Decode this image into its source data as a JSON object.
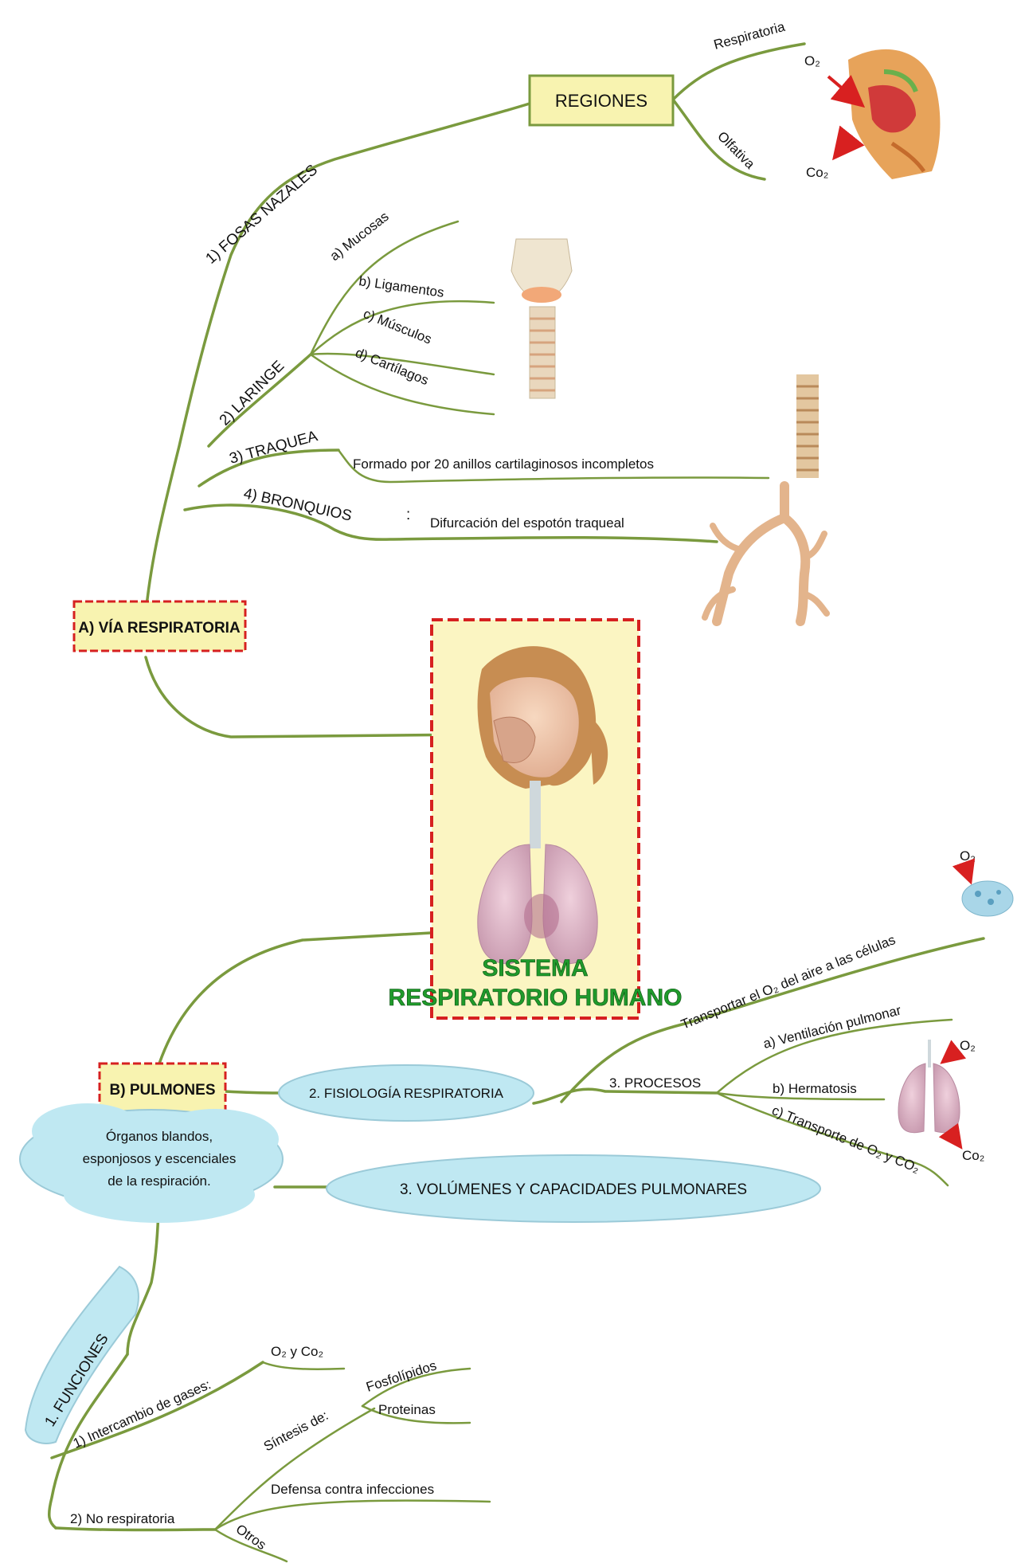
{
  "colors": {
    "branch": "#7a9a3e",
    "box_yellow": "#f8f3b0",
    "box_border_red": "#d62020",
    "cloud_blue": "#bfe8f2",
    "title_green": "#1f9a2b",
    "arrow_red": "#d82020"
  },
  "center": {
    "title_line1": "SISTEMA",
    "title_line2": "RESPIRATORIO HUMANO"
  },
  "via_respiratoria": {
    "label": "A) VÍA RESPIRATORIA",
    "fosas_nazales": "1) FOSAS NAZALES",
    "regiones": "REGIONES",
    "respiratoria": "Respiratoria",
    "olfativa": "Olfativa",
    "o2": "O₂",
    "co2": "Co₂",
    "laringe": "2) LARINGE",
    "mucosas": "a) Mucosas",
    "ligamentos": "b) Ligamentos",
    "musculos": "c) Músculos",
    "cartilagos": "d) Cartílagos",
    "traquea": "3) TRAQUEA",
    "traquea_desc": "Formado por 20 anillos cartilaginosos incompletos",
    "bronquios": "4) BRONQUIOS",
    "colon": ":",
    "bronquios_desc": "Difurcación del espotón traqueal"
  },
  "pulmones": {
    "label": "B) PULMONES",
    "descripcion_line1": "Órganos blandos,",
    "descripcion_line2": "esponjosos y escenciales",
    "descripcion_line3": "de la respiración.",
    "fisiologia": "2. FISIOLOGÍA RESPIRATORIA",
    "transportar": "Transportar el O₂ del aire a las células",
    "o2_top": "O₂",
    "procesos": "3. PROCESOS",
    "ventilacion": "a) Ventilación pulmonar",
    "hematosis": "b) Hermatosis",
    "transporte": "c) Transporte de O₂ y CO₂",
    "o2_right": "O₂",
    "co2_right": "Co₂",
    "volumenes": "3. VOLÚMENES Y CAPACIDADES PULMONARES"
  },
  "funciones": {
    "label": "1. FUNCIONES",
    "intercambio": "1) Intercambio de gases:",
    "gases": "O₂ y Co₂",
    "no_respiratoria": "2) No respiratoria",
    "sintesis": "Síntesis de:",
    "fosfolipidos": "Fosfolípidos",
    "proteinas": "Proteinas",
    "defensa": "Defensa contra infecciones",
    "otros": "Otros"
  },
  "icons": [
    "head-cross-section-icon",
    "larynx-icon",
    "trachea-icon",
    "bronchi-icon",
    "child-respiratory-icon",
    "lungs-icon",
    "alveolus-icon",
    "small-lungs-icon"
  ]
}
